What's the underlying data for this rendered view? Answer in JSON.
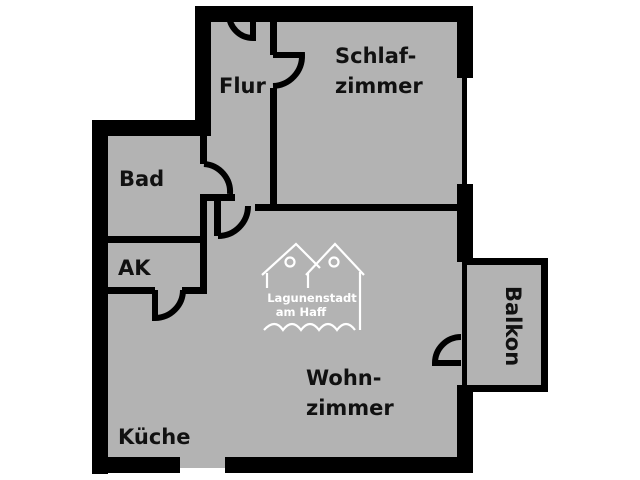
{
  "plan": {
    "background": "#ffffff",
    "floor_color": "#b3b3b3",
    "wall_color": "#000000"
  },
  "rooms": {
    "flur": "Flur",
    "schlafzimmer_line1": "Schlaf-",
    "schlafzimmer_line2": "zimmer",
    "bad": "Bad",
    "ak": "AK",
    "kueche": "Küche",
    "wohnzimmer_line1": "Wohn-",
    "wohnzimmer_line2": "zimmer",
    "balkon": "Balkon"
  },
  "logo": {
    "line1": "Lagunenstadt",
    "line2": "am Haff",
    "icon": "two-houses-waves-icon",
    "color": "#ffffff"
  }
}
